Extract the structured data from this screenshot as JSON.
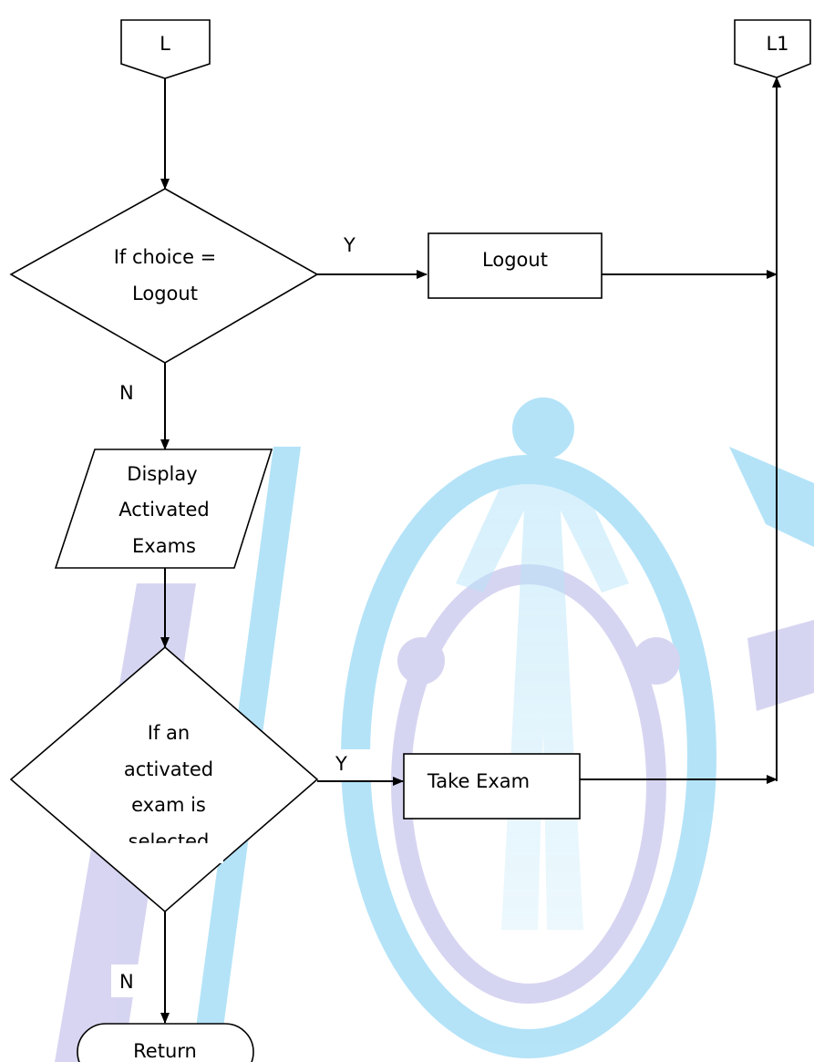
{
  "nodes": {
    "start_connector": {
      "label": "L"
    },
    "end_connector": {
      "label": "L1"
    },
    "decision_logout": {
      "lines": [
        "If choice =",
        "Logout"
      ]
    },
    "logout_process": {
      "label": "Logout"
    },
    "display_exams": {
      "lines": [
        "Display",
        "Activated",
        "Exams"
      ]
    },
    "decision_exam": {
      "lines": [
        "If an",
        "activated",
        "exam is",
        "selected"
      ]
    },
    "take_exam_process": {
      "label": "Take Exam"
    },
    "return_terminal": {
      "label": "Return"
    }
  },
  "edge_labels": {
    "logout_yes": "Y",
    "logout_no": "N",
    "exam_yes": "Y",
    "exam_no": "N"
  },
  "colors": {
    "stroke": "#000000",
    "fill": "#ffffff",
    "watermark_blue": "#2bb0ec",
    "watermark_purple": "#8d88d8"
  }
}
